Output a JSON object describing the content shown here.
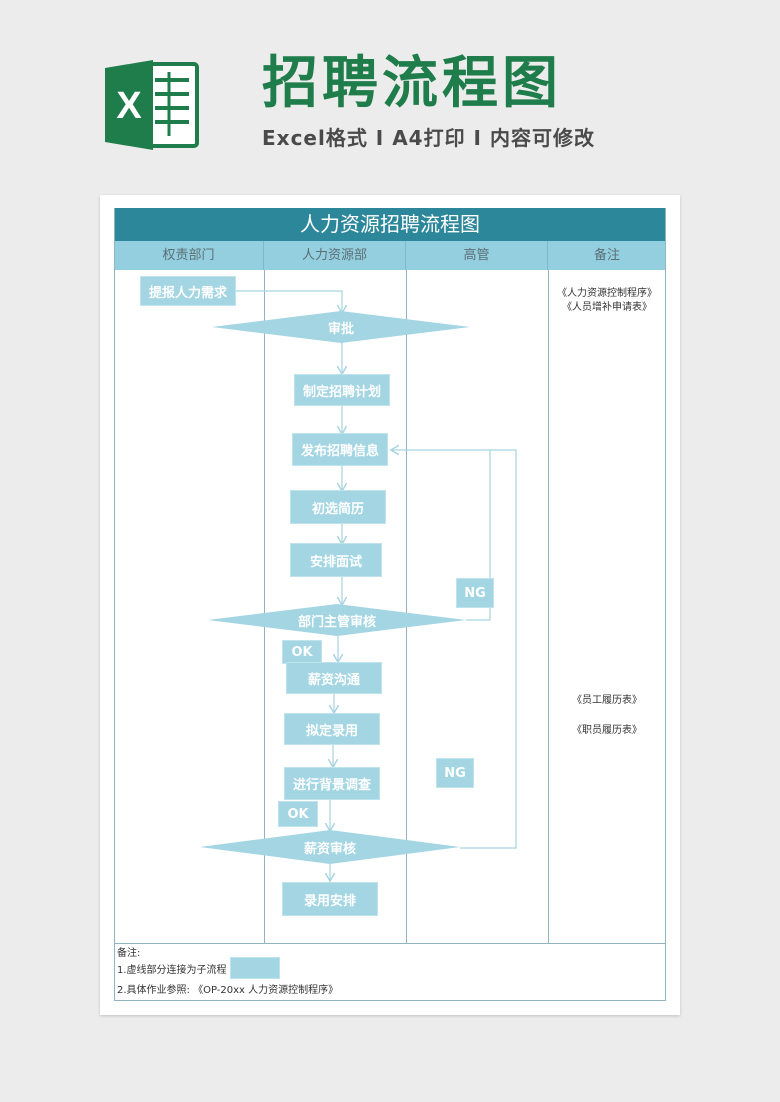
{
  "header": {
    "title": "招聘流程图",
    "subtitle": "Excel格式 I A4打印 I 内容可修改",
    "logo_letter": "X"
  },
  "table": {
    "title": "人力资源招聘流程图",
    "columns": [
      "权责部门",
      "人力资源部",
      "高管",
      "备注"
    ]
  },
  "flow": {
    "request": "提报人力需求",
    "approve": "审批",
    "plan": "制定招聘计划",
    "publish": "发布招聘信息",
    "screen": "初选简历",
    "interview": "安排面试",
    "dept_review": "部门主管审核",
    "salary_talk": "薪资沟通",
    "draft_hire": "拟定录用",
    "background": "进行背景调查",
    "salary_review": "薪资审核",
    "arrange": "录用安排",
    "ok_label_1": "OK",
    "ok_label_2": "OK",
    "ng_label_1": "NG",
    "ng_label_2": "NG"
  },
  "notes": {
    "note_1": "《人力资源控制程序》",
    "note_2": "《人员增补申请表》",
    "note_3": "《员工履历表》",
    "note_4": "《职员履历表》"
  },
  "footer": {
    "heading": "备注:",
    "line_1": "1.虚线部分连接为子流程",
    "line_2": "2.具体作业参照: 《OP-20xx 人力资源控制程序》"
  },
  "colors": {
    "brand_green": "#1e7d4a",
    "title_bar": "#2d879a",
    "header_bar": "#94cfdf",
    "node_fill": "#a3d5e3"
  }
}
